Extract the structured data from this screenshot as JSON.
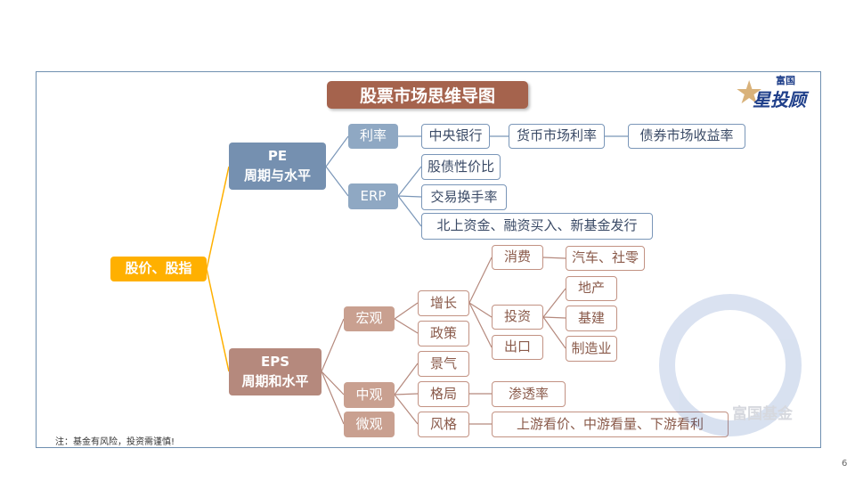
{
  "title": "股票市场思维导图",
  "logo": {
    "top": "富国",
    "main": "星投顾"
  },
  "root": "股价、股指",
  "pe": {
    "line1": "PE",
    "line2": "周期与水平"
  },
  "eps": {
    "line1": "EPS",
    "line2": "周期和水平"
  },
  "rate": "利率",
  "erp": "ERP",
  "rate_chain": [
    "中央银行",
    "货币市场利率",
    "债券市场收益率"
  ],
  "erp_items": [
    "股债性价比",
    "交易换手率",
    "北上资金、融资买入、新基金发行"
  ],
  "macro": "宏观",
  "meso": "中观",
  "micro": "微观",
  "macro_items": [
    "增长",
    "政策"
  ],
  "meso_items": [
    "景气",
    "格局"
  ],
  "micro_items": [
    "风格"
  ],
  "growth_items": [
    "消费",
    "投资",
    "出口"
  ],
  "consumption_items": [
    "汽车、社零"
  ],
  "investment_items": [
    "地产",
    "基建",
    "制造业"
  ],
  "pattern_items": [
    "渗透率"
  ],
  "style_items": [
    "上游看价、中游看量、下游看利"
  ],
  "note": "注：基金有风险，投资需谨慎!",
  "watermark": "富国基金",
  "page_number": "6",
  "colors": {
    "root": "#ffb000",
    "pe": "#7590b0",
    "eps": "#b5897d",
    "title": "#a5634d"
  }
}
